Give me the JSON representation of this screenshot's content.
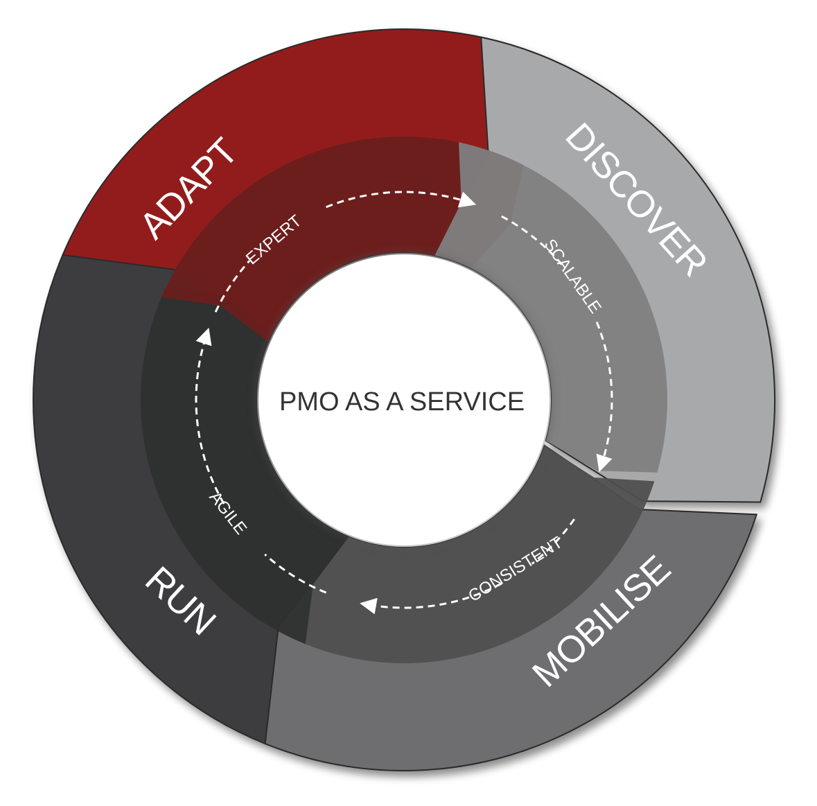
{
  "center": {
    "title": "PMO AS A SERVICE"
  },
  "phases": [
    {
      "id": "discover",
      "label": "DISCOVER",
      "color": "#a8a9aa"
    },
    {
      "id": "mobilise",
      "label": "MOBILISE",
      "color": "#6e6e6f"
    },
    {
      "id": "run",
      "label": "RUN",
      "color": "#3e3e3f"
    },
    {
      "id": "adapt",
      "label": "ADAPT",
      "color": "#921b1f"
    }
  ],
  "qualities": [
    {
      "id": "expert",
      "label": "EXPERT"
    },
    {
      "id": "scalable",
      "label": "SCALABLE"
    },
    {
      "id": "consistent",
      "label": "CONSISTENT"
    },
    {
      "id": "agile",
      "label": "AGILE"
    }
  ]
}
